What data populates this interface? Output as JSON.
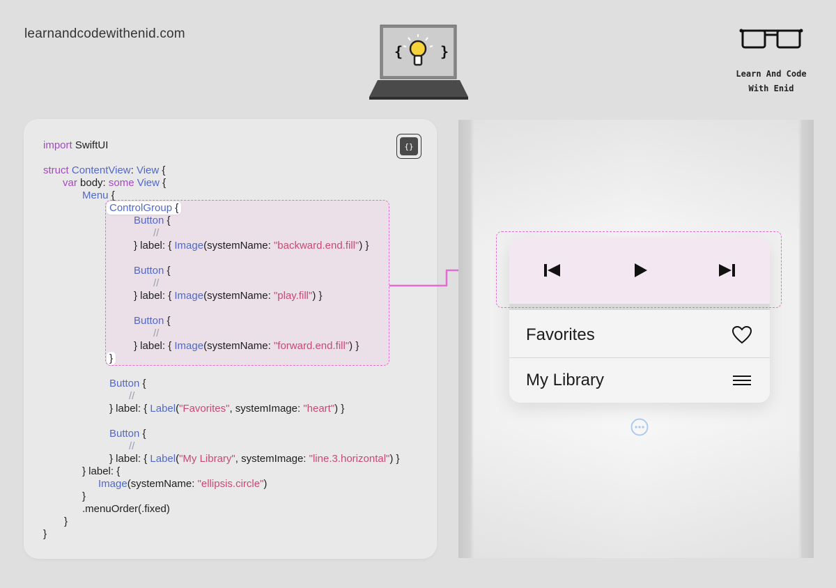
{
  "header": {
    "site_url": "learnandcodewithenid.com",
    "brand_line1": "Learn And Code",
    "brand_line2": "With Enid"
  },
  "logo": {
    "open_brace": "{",
    "close_brace": "}",
    "bulb_color": "#f7d33a"
  },
  "code": {
    "icon_button_label": "{}",
    "lines": {
      "l1_kw": "import",
      "l1_rest": " SwiftUI",
      "l2_kw": "struct",
      "l2_name": " ContentView",
      "l2_colon": ": ",
      "l2_type": "View",
      "l2_end": " {",
      "l3_kw": "var",
      "l3_mid": " body: ",
      "l3_kw2": "some",
      "l3_type": " View",
      "l3_end": " {",
      "l4_type": "Menu",
      "l4_end": " {",
      "l5_type": "ControlGroup",
      "l5_end": " {",
      "l6_type": "Button",
      "l6_end": " {",
      "l7_comment": "//",
      "l8_a": "} label: { ",
      "l8_type": "Image",
      "l8_b": "(systemName: ",
      "l8_str": "\"backward.end.fill\"",
      "l8_c": ") }",
      "l9_type": "Button",
      "l9_end": " {",
      "l10_comment": "//",
      "l11_a": "} label: { ",
      "l11_type": "Image",
      "l11_b": "(systemName: ",
      "l11_str": "\"play.fill\"",
      "l11_c": ") }",
      "l12_type": "Button",
      "l12_end": " {",
      "l13_comment": "//",
      "l14_a": "} label: { ",
      "l14_type": "Image",
      "l14_b": "(systemName: ",
      "l14_str": "\"forward.end.fill\"",
      "l14_c": ") }",
      "l15_close": "}",
      "l16_type": "Button",
      "l16_end": " {",
      "l17_comment": "//",
      "l18_a": "} label: { ",
      "l18_type": "Label",
      "l18_b": "(",
      "l18_str": "\"Favorites\"",
      "l18_c": ", systemImage: ",
      "l18_str2": "\"heart\"",
      "l18_d": ") }",
      "l19_type": "Button",
      "l19_end": " {",
      "l20_comment": "//",
      "l21_a": "} label: { ",
      "l21_type": "Label",
      "l21_b": "(",
      "l21_str": "\"My Library\"",
      "l21_c": ", systemImage: ",
      "l21_str2": "\"line.3.horizontal\"",
      "l21_d": ") }",
      "l22": "} label: {",
      "l23_type": "Image",
      "l23_b": "(systemName: ",
      "l23_str": "\"ellipsis.circle\"",
      "l23_c": ")",
      "l24": "}",
      "l25": ".menuOrder(.fixed)",
      "l26": "}",
      "l27": "}"
    }
  },
  "preview": {
    "control_group": {
      "buttons": [
        "backward-end-fill-icon",
        "play-fill-icon",
        "forward-end-fill-icon"
      ]
    },
    "menu_items": [
      {
        "label": "Favorites",
        "icon": "heart-icon"
      },
      {
        "label": "My Library",
        "icon": "line-3-horizontal-icon"
      }
    ],
    "menu_button_icon": "ellipsis-circle-icon"
  },
  "colors": {
    "highlight": "#e36bd2",
    "keyword": "#a449c4",
    "type": "#5268c7",
    "string": "#c84a73"
  }
}
